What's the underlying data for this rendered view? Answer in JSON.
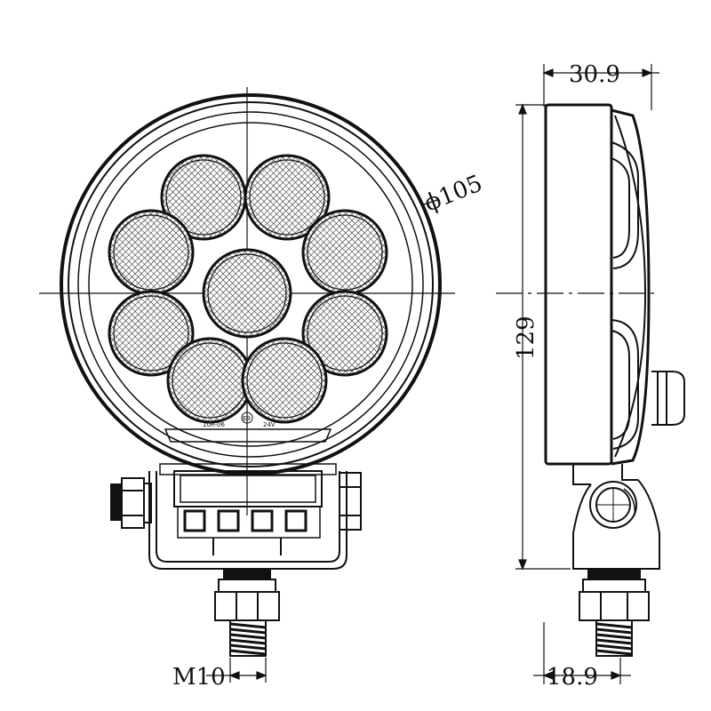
{
  "dimensions": {
    "diameter": "ϕ105",
    "depth": "30.9",
    "height": "129",
    "bracket_width": "18.9",
    "thread": "M10"
  },
  "housing_marks": {
    "left": "10R-06",
    "logo": "E9",
    "right": "24V"
  },
  "led_count": 9
}
